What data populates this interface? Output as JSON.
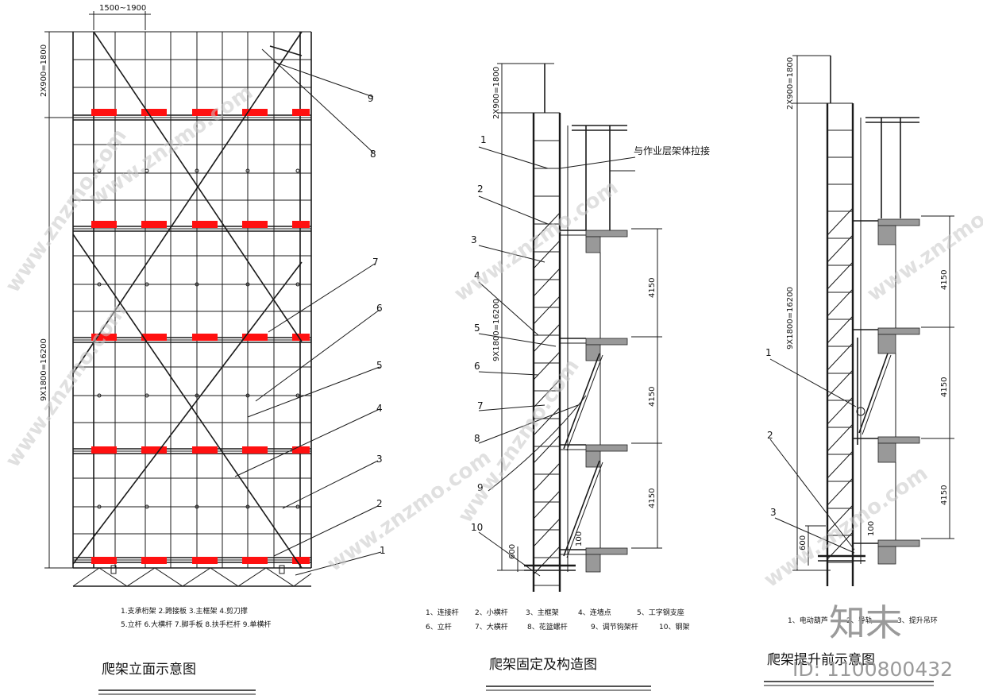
{
  "panels": [
    {
      "id": "elevation",
      "title": "爬架立面示意图",
      "top_dim": "1500~1900",
      "left_dims": [
        "2X900=1800",
        "9X1800=16200"
      ],
      "callouts": [
        "9",
        "8",
        "7",
        "6",
        "5",
        "4",
        "3",
        "2",
        "1"
      ],
      "legend": [
        "1.支承桁架  2.跨接板  3.主框架  4.剪刀撑",
        "5.立杆 6.大横杆 7.脚手板 8.扶手栏杆 9.单横杆"
      ]
    },
    {
      "id": "section",
      "title": "爬架固定及构造图",
      "left_dims": [
        "2X900=1800",
        "9X1800=16200"
      ],
      "right_dims": [
        "4150",
        "4150",
        "4150"
      ],
      "small_dims": [
        "600",
        "100"
      ],
      "note": "与作业层架体拉接",
      "callouts": [
        "1",
        "2",
        "3",
        "4",
        "5",
        "6",
        "7",
        "8",
        "9",
        "10"
      ],
      "legend_row1": [
        "1、连接杆",
        "2、小横杆",
        "3、主框架",
        "4、连墙点",
        "5、工字钢支座"
      ],
      "legend_row2": [
        "6、立杆",
        "7、大横杆",
        "8、花篮螺杆",
        "9、调节钩架杆",
        "10、钢架"
      ]
    },
    {
      "id": "lift",
      "title": "爬架提升前示意图",
      "left_dims": [
        "2X900=1800",
        "9X1800=16200"
      ],
      "right_dims": [
        "4150",
        "4150",
        "4150"
      ],
      "small_dims": [
        "600",
        "100"
      ],
      "callouts": [
        "1",
        "2",
        "3"
      ],
      "legend": [
        "1、电动葫芦",
        "2、导轨",
        "3、提升吊环"
      ]
    }
  ],
  "watermark": "www.znzmo.com",
  "footer": {
    "logo": "知末",
    "id_text": "ID: 1100800432"
  },
  "colors": {
    "line": "#1a1a1a",
    "safety_net": "#ff1010",
    "watermark": "#c8c8c8"
  }
}
